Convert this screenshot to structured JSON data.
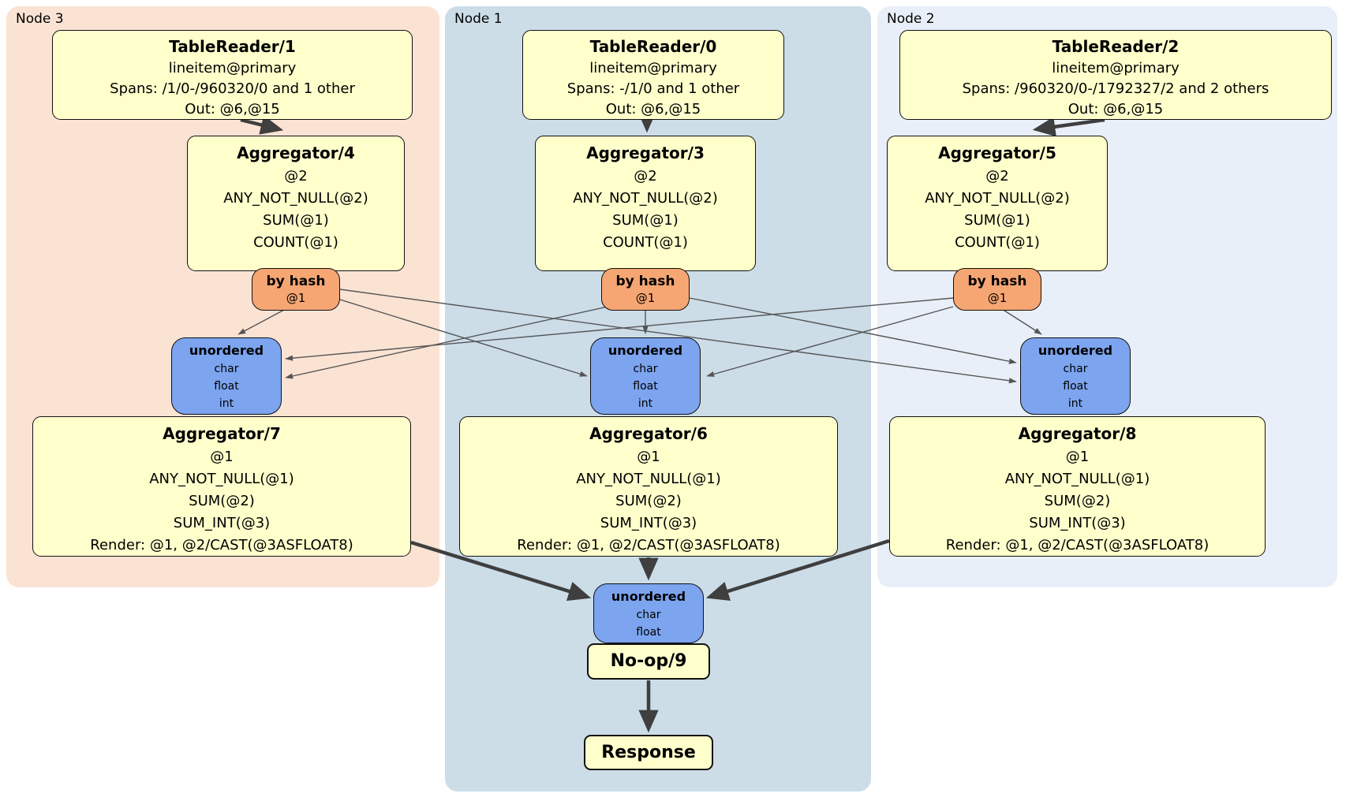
{
  "colors": {
    "node3_bg": "#fbe3d4",
    "node1_bg": "#ccdde8",
    "node2_bg": "#e9eff8",
    "processor_bg": "#ffffcc",
    "router_bg": "#f5a673",
    "sync_bg": "#7ca4ef",
    "box_border": "#111111",
    "thick_arrow": "#3f3f3f",
    "thin_edge": "#555555"
  },
  "nodes": [
    {
      "label": "Node 3",
      "table_reader": {
        "title": "TableReader/1",
        "lines": [
          "lineitem@primary",
          "Spans: /1/0-/960320/0 and 1 other",
          "Out: @6,@15"
        ]
      },
      "group_aggregator": {
        "title": "Aggregator/4",
        "lines": [
          "@2",
          "ANY_NOT_NULL(@2)",
          "SUM(@1)",
          "COUNT(@1)"
        ]
      },
      "router": {
        "title": "by hash",
        "detail": "@1"
      },
      "sync": {
        "title": "unordered",
        "lines": [
          "char",
          "float",
          "int"
        ]
      },
      "final_aggregator": {
        "title": "Aggregator/7",
        "lines": [
          "@1",
          "ANY_NOT_NULL(@1)",
          "SUM(@2)",
          "SUM_INT(@3)",
          "Render: @1, @2/CAST(@3ASFLOAT8)"
        ]
      }
    },
    {
      "label": "Node 1",
      "table_reader": {
        "title": "TableReader/0",
        "lines": [
          "lineitem@primary",
          "Spans: -/1/0 and 1 other",
          "Out: @6,@15"
        ]
      },
      "group_aggregator": {
        "title": "Aggregator/3",
        "lines": [
          "@2",
          "ANY_NOT_NULL(@2)",
          "SUM(@1)",
          "COUNT(@1)"
        ]
      },
      "router": {
        "title": "by hash",
        "detail": "@1"
      },
      "sync": {
        "title": "unordered",
        "lines": [
          "char",
          "float",
          "int"
        ]
      },
      "final_aggregator": {
        "title": "Aggregator/6",
        "lines": [
          "@1",
          "ANY_NOT_NULL(@1)",
          "SUM(@2)",
          "SUM_INT(@3)",
          "Render: @1, @2/CAST(@3ASFLOAT8)"
        ]
      }
    },
    {
      "label": "Node 2",
      "table_reader": {
        "title": "TableReader/2",
        "lines": [
          "lineitem@primary",
          "Spans: /960320/0-/1792327/2 and 2 others",
          "Out: @6,@15"
        ]
      },
      "group_aggregator": {
        "title": "Aggregator/5",
        "lines": [
          "@2",
          "ANY_NOT_NULL(@2)",
          "SUM(@1)",
          "COUNT(@1)"
        ]
      },
      "router": {
        "title": "by hash",
        "detail": "@1"
      },
      "sync": {
        "title": "unordered",
        "lines": [
          "char",
          "float",
          "int"
        ]
      },
      "final_aggregator": {
        "title": "Aggregator/8",
        "lines": [
          "@1",
          "ANY_NOT_NULL(@1)",
          "SUM(@2)",
          "SUM_INT(@3)",
          "Render: @1, @2/CAST(@3ASFLOAT8)"
        ]
      }
    }
  ],
  "final_chain": {
    "sync": {
      "title": "unordered",
      "lines": [
        "char",
        "float"
      ]
    },
    "noop": {
      "title": "No-op/9"
    },
    "response": {
      "title": "Response"
    }
  }
}
